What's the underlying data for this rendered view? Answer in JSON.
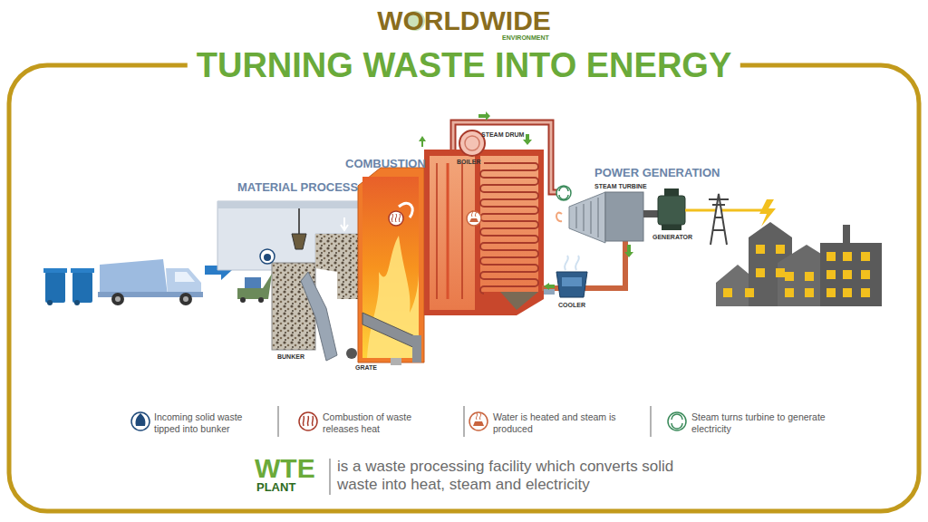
{
  "diagram": {
    "title": "TURNING WASTE INTO ENERGY",
    "caption": "is a waste processing facility which converts solid waste into heat, steam and electricity",
    "labels": [
      "WORLDWIDE",
      "ENVIRONMENT",
      "MATERIAL PROCESS",
      "COMBUSTION",
      "POWER GENERATION",
      "STEAM DRUM",
      "BOILER",
      "STEAM TURBINE",
      "GENERATOR",
      "COOLER",
      "BUNKER",
      "GRATE",
      "WTE",
      "PLANT"
    ],
    "legend": [
      {
        "text": "Incoming solid waste tipped into bunker"
      },
      {
        "text": "Combustion of waste releases heat"
      },
      {
        "text": "Water is heated and steam is produced"
      },
      {
        "text": "Steam turns turbine to generate electricity"
      }
    ]
  }
}
